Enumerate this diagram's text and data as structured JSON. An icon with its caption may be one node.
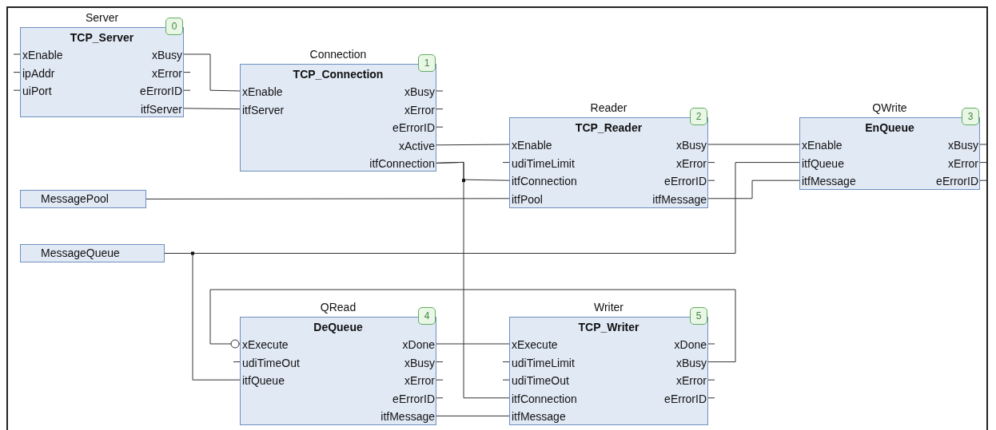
{
  "diagram": {
    "nodes": [
      {
        "text": [
          "Server",
          "TCP_Server"
        ],
        "beside": [
          "0"
        ]
      },
      {
        "text": [
          "xEnable"
        ],
        "in": 0
      },
      {
        "text": [
          "ipAddr"
        ],
        "in": 0
      },
      {
        "text": [
          "uiPort"
        ],
        "in": 0
      },
      {
        "text": [
          "xBusy"
        ],
        "in": 0
      },
      {
        "text": [
          "xError"
        ],
        "in": 0
      },
      {
        "text": [
          "eErrorID"
        ],
        "in": 0
      },
      {
        "text": [
          "itfServer"
        ],
        "in": 0
      },
      {
        "text": [
          "Connection",
          "TCP_Connection"
        ],
        "beside": [
          "1"
        ]
      },
      {
        "text": [
          "xEnable"
        ],
        "in": 8
      },
      {
        "text": [
          "itfServer"
        ],
        "in": 8
      },
      {
        "text": [
          "xBusy"
        ],
        "in": 8
      },
      {
        "text": [
          "xError"
        ],
        "in": 8
      },
      {
        "text": [
          "eErrorID"
        ],
        "in": 8
      },
      {
        "text": [
          "xActive"
        ],
        "in": 8
      },
      {
        "text": [
          "itfConnection"
        ],
        "in": 8
      },
      {
        "text": [
          "Reader",
          "TCP_Reader"
        ],
        "beside": [
          "2"
        ]
      },
      {
        "text": [
          "xEnable"
        ],
        "in": 16
      },
      {
        "text": [
          "udiTimeLimit"
        ],
        "in": 16
      },
      {
        "text": [
          "itfConnection"
        ],
        "in": 16
      },
      {
        "text": [
          "itfPool"
        ],
        "in": 16
      },
      {
        "text": [
          "xBusy"
        ],
        "in": 16
      },
      {
        "text": [
          "xError"
        ],
        "in": 16
      },
      {
        "text": [
          "eErrorID"
        ],
        "in": 16
      },
      {
        "text": [
          "itfMessage"
        ],
        "in": 16
      },
      {
        "text": [
          "QWrite",
          "EnQueue"
        ],
        "beside": [
          "3"
        ]
      },
      {
        "text": [
          "xEnable"
        ],
        "in": 25
      },
      {
        "text": [
          "itfQueue"
        ],
        "in": 25
      },
      {
        "text": [
          "itfMessage"
        ],
        "in": 25
      },
      {
        "text": [
          "xBusy"
        ],
        "in": 25
      },
      {
        "text": [
          "xError"
        ],
        "in": 25
      },
      {
        "text": [
          "eErrorID"
        ],
        "in": 25
      },
      {
        "text": [
          "MessagePool"
        ]
      },
      {
        "text": [
          "MessageQueue"
        ]
      },
      {
        "text": [
          "QRead",
          "DeQueue"
        ],
        "beside": [
          "4"
        ]
      },
      {
        "text": [
          "xExecute"
        ],
        "in": 34
      },
      {
        "text": [
          "udiTimeOut"
        ],
        "in": 34
      },
      {
        "text": [
          "itfQueue"
        ],
        "in": 34
      },
      {
        "text": [
          "xDone"
        ],
        "in": 34
      },
      {
        "text": [
          "xBusy"
        ],
        "in": 34
      },
      {
        "text": [
          "xError"
        ],
        "in": 34
      },
      {
        "text": [
          "eErrorID"
        ],
        "in": 34
      },
      {
        "text": [
          "itfMessage"
        ],
        "in": 34
      },
      {
        "text": [
          "Writer",
          "TCP_Writer"
        ],
        "beside": [
          "5"
        ]
      },
      {
        "text": [
          "xExecute"
        ],
        "in": 43
      },
      {
        "text": [
          "udiTimeLimit"
        ],
        "in": 43
      },
      {
        "text": [
          "udiTimeOut"
        ],
        "in": 43
      },
      {
        "text": [
          "itfConnection"
        ],
        "in": 43
      },
      {
        "text": [
          "itfMessage"
        ],
        "in": 43
      },
      {
        "text": [
          "xDone"
        ],
        "in": 43
      },
      {
        "text": [
          "xBusy"
        ],
        "in": 43
      },
      {
        "text": [
          "xError"
        ],
        "in": 43
      },
      {
        "text": [
          "eErrorID"
        ],
        "in": 43
      }
    ],
    "edges": [
      {
        "from": 4,
        "to": 9,
        "arrow": "none"
      },
      {
        "from": 7,
        "to": 10,
        "arrow": "none"
      },
      {
        "from": 14,
        "to": 17,
        "arrow": "none"
      },
      {
        "from": 15,
        "to": 19,
        "arrow": "none"
      },
      {
        "from": 15,
        "to": 47,
        "arrow": "none"
      },
      {
        "from": 32,
        "to": 20,
        "arrow": "none"
      },
      {
        "from": 21,
        "to": 26,
        "arrow": "none"
      },
      {
        "from": 24,
        "to": 28,
        "arrow": "none"
      },
      {
        "from": 33,
        "to": 27,
        "arrow": "none"
      },
      {
        "from": 33,
        "to": 37,
        "arrow": "none"
      },
      {
        "from": 38,
        "to": 44,
        "arrow": "none"
      },
      {
        "from": 42,
        "to": 48,
        "arrow": "none"
      },
      {
        "from": 50,
        "to": 35,
        "arrow": "other"
      }
    ]
  }
}
